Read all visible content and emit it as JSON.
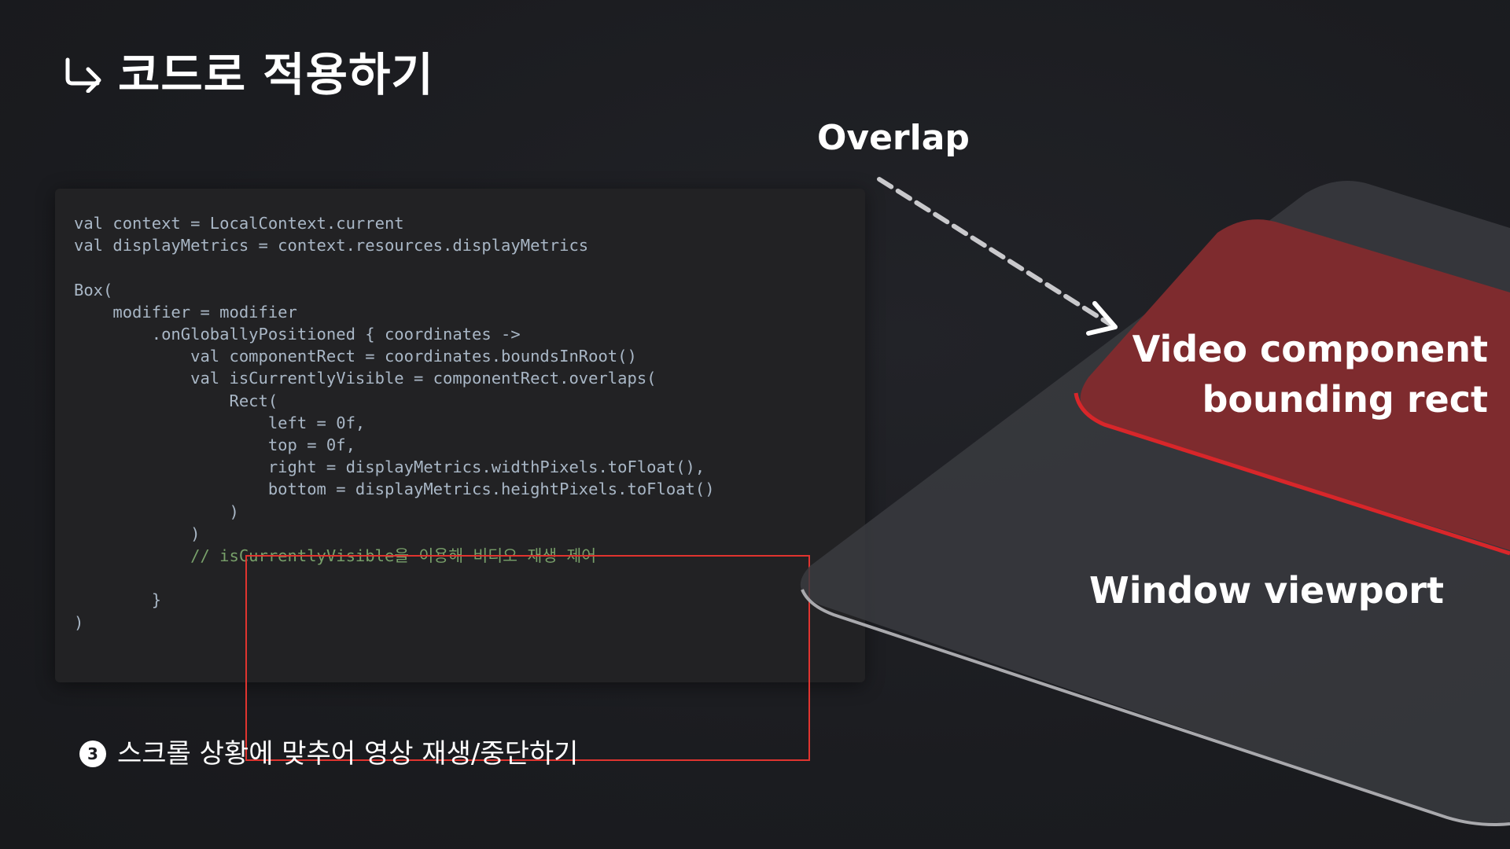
{
  "slide": {
    "title": "코드로 적용하기",
    "footnote": {
      "step": "3",
      "text": "스크롤 상황에 맞추어 영상 재생/중단하기"
    }
  },
  "diagram": {
    "overlap_label": "Overlap",
    "video_rect_label_line1": "Video component",
    "video_rect_label_line2": "bounding rect",
    "viewport_label": "Window viewport"
  },
  "code": {
    "lines": [
      "val context = LocalContext.current",
      "val displayMetrics = context.resources.displayMetrics",
      "",
      "Box(",
      "    modifier = modifier",
      "        .onGloballyPositioned { coordinates ->",
      "            val componentRect = coordinates.boundsInRoot()",
      "            val isCurrentlyVisible = componentRect.overlaps(",
      "                Rect(",
      "                    left = 0f,",
      "                    top = 0f,",
      "                    right = displayMetrics.widthPixels.toFloat(),",
      "                    bottom = displayMetrics.heightPixels.toFloat()",
      "                )",
      "            )",
      "            // isCurrentlyVisible을 이용해 비디오 재생 제어",
      "",
      "        }",
      ")"
    ]
  },
  "colors": {
    "background": "#1c1d21",
    "code_panel": "#222224",
    "highlight_border": "#e0342f",
    "video_rect_fill": "#7e2b2e",
    "video_rect_edge": "#d8262a",
    "viewport_fill": "#3a3b40",
    "viewport_edge": "#a9a9ad"
  },
  "icons": {
    "title_arrow": "arrow-turn-right-icon"
  }
}
